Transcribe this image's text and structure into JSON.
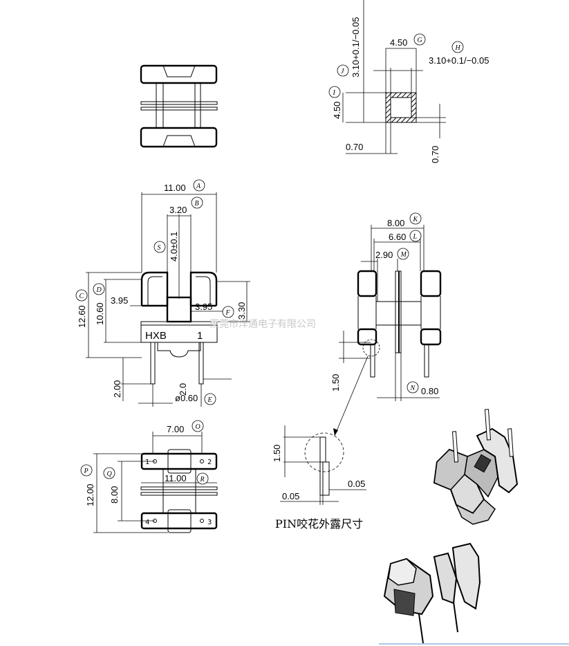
{
  "dims": {
    "A": {
      "value": "11.00",
      "letter": "A"
    },
    "B": {
      "value": "3.20",
      "letter": "B"
    },
    "C": {
      "value": "12.60",
      "letter": "C"
    },
    "D": {
      "value": "10.60",
      "letter": "D"
    },
    "E": {
      "value": "ø0.60",
      "letter": "E"
    },
    "F": {
      "value": "3.30",
      "letter": "F"
    },
    "G": {
      "value": "4.50",
      "letter": "G"
    },
    "H": {
      "value": "3.10+0.1/−0.05",
      "letter": "H"
    },
    "I": {
      "value": "4.50",
      "letter": "I"
    },
    "J": {
      "value": "3.10+0.1/−0.05",
      "letter": "J"
    },
    "K": {
      "value": "8.00",
      "letter": "K"
    },
    "L": {
      "value": "6.60",
      "letter": "L"
    },
    "M": {
      "value": "2.90",
      "letter": "M"
    },
    "N": {
      "value": "0.80",
      "letter": "N"
    },
    "O": {
      "value": "7.00",
      "letter": "O"
    },
    "P": {
      "value": "12.00",
      "letter": "P"
    },
    "Q": {
      "value": "8.00",
      "letter": "Q"
    },
    "R": {
      "value": "11.00",
      "letter": "R"
    },
    "S": {
      "value": "4.0±0.1",
      "letter": "S"
    }
  },
  "plain_dims": {
    "left_395": "3.95",
    "right_395": "3.95",
    "pin_len": "2.00",
    "pin_pitch": "2.0",
    "core_070_h": "0.70",
    "core_070_v": "0.70",
    "side_150": "1.50",
    "detail_150": "1.50",
    "detail_005_left": "0.05",
    "detail_005_right": "0.05"
  },
  "labels": {
    "brand": "HXB",
    "pin_one": "1",
    "detail_caption": "PIN咬花外露尺寸",
    "watermark": "東莞市洋通电子有限公司",
    "pin_numbers": [
      "1",
      "2",
      "3",
      "4"
    ]
  }
}
